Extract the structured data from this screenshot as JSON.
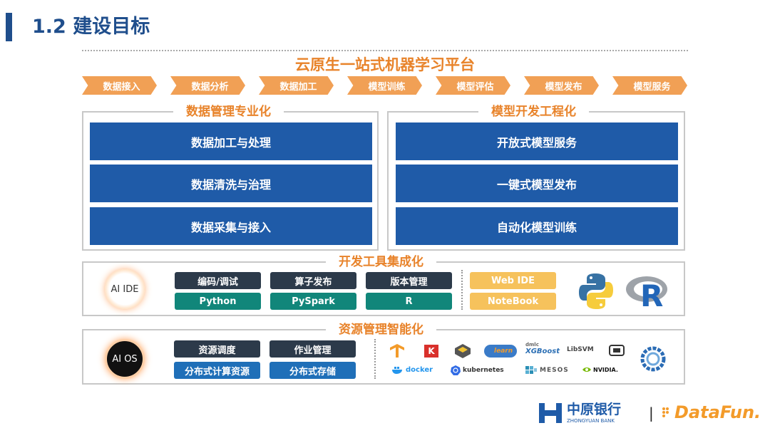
{
  "page": {
    "title": "1.2 建设目标"
  },
  "platform": {
    "title": "云原生一站式机器学习平台"
  },
  "steps": [
    "数据接入",
    "数据分析",
    "数据加工",
    "模型训练",
    "模型评估",
    "模型发布",
    "模型服务"
  ],
  "data_panel": {
    "heading": "数据管理专业化",
    "items": [
      "数据加工与处理",
      "数据清洗与治理",
      "数据采集与接入"
    ]
  },
  "model_panel": {
    "heading": "模型开发工程化",
    "items": [
      "开放式模型服务",
      "一键式模型发布",
      "自动化模型训练"
    ]
  },
  "tools_panel": {
    "heading": "开发工具集成化",
    "badge": "AI IDE",
    "top_chips": [
      "编码/调试",
      "算子发布",
      "版本管理"
    ],
    "bottom_chips": [
      "Python",
      "PySpark",
      "R"
    ],
    "ide_chips": [
      "Web IDE",
      "NoteBook"
    ]
  },
  "resource_panel": {
    "heading": "资源管理智能化",
    "badge": "AI OS",
    "top_chips": [
      "资源调度",
      "作业管理"
    ],
    "bottom_chips": [
      "分布式计算资源",
      "分布式存储"
    ],
    "logos": [
      "K",
      "learn",
      "dmlc",
      "XGBoost",
      "LibSVM",
      "docker",
      "kubernetes",
      "MESOS",
      "NVIDIA."
    ]
  },
  "footer": {
    "bank_cn": "中原银行",
    "bank_en": "ZHONGYUAN BANK",
    "separator": "|",
    "partner": "DataFun."
  },
  "colors": {
    "accent_orange": "#e8832a",
    "primary_blue": "#1f5ba8",
    "title_blue": "#1f4e8c"
  }
}
